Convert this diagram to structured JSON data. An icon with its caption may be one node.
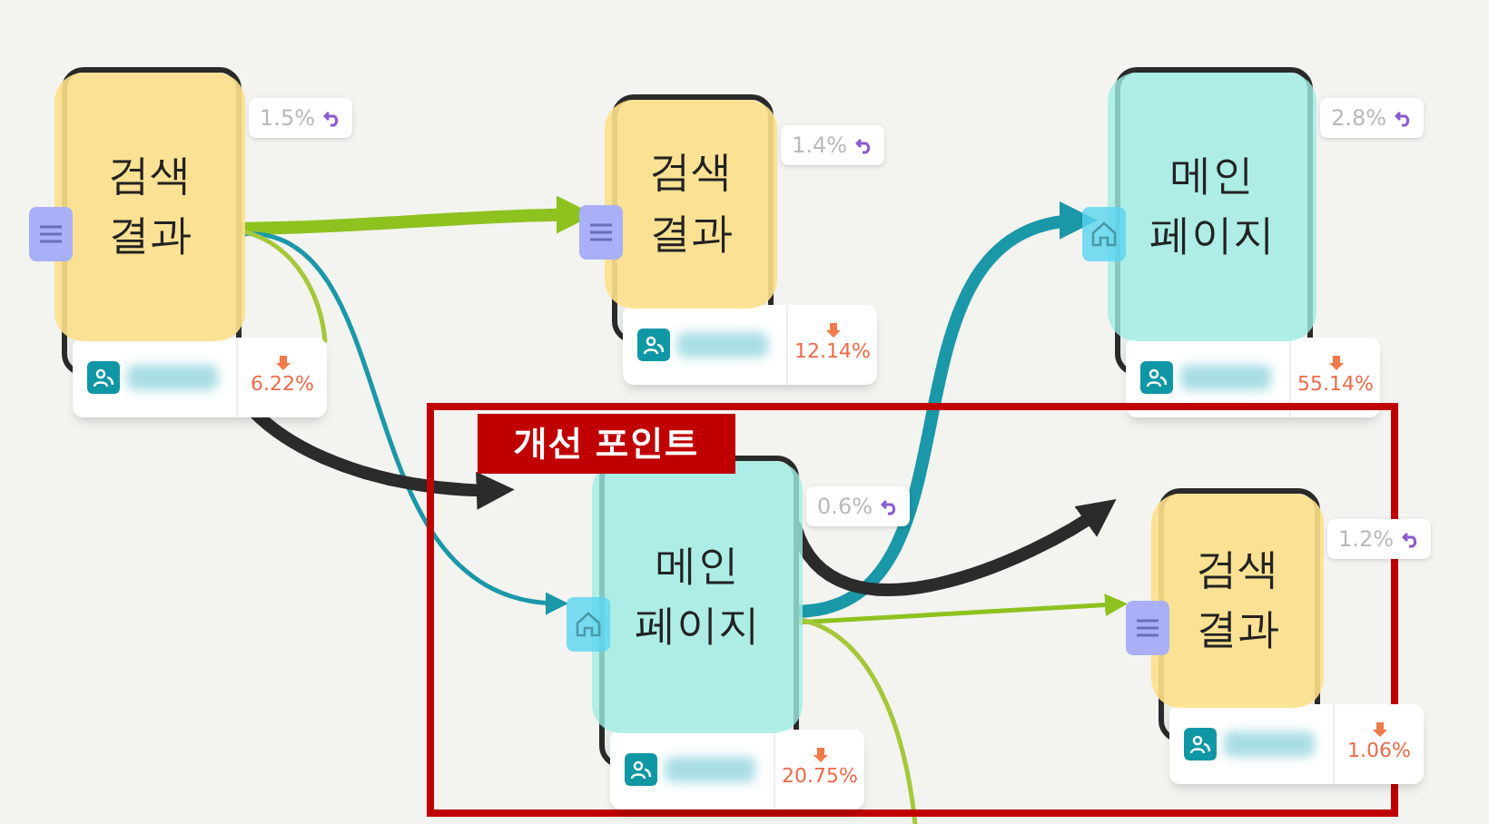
{
  "diagram": {
    "nodes": [
      {
        "text": [
          "검색 결과"
        ],
        "beside": [
          "1.5%",
          "6.22%"
        ]
      },
      {
        "text": [
          "검색 결과"
        ],
        "beside": [
          "1.4%",
          "12.14%"
        ]
      },
      {
        "text": [
          "메인 페이지"
        ],
        "beside": [
          "2.8%",
          "55.14%"
        ]
      },
      {
        "text": [
          "개선 포인트"
        ]
      },
      {
        "text": [
          "메인 페이지"
        ],
        "in": 3,
        "beside": [
          "0.6%",
          "20.75%"
        ]
      },
      {
        "text": [
          "검색 결과"
        ],
        "in": 3,
        "beside": [
          "1.2%",
          "1.06%"
        ]
      }
    ],
    "edges": [
      {
        "from": 0,
        "to": 1,
        "arrow": "to",
        "style": "thick",
        "color": "#8dc21f"
      },
      {
        "from": 0,
        "to": 4,
        "arrow": "to",
        "color": "#1a98a8"
      },
      {
        "from": 0,
        "to": null,
        "arrow": "none",
        "color": "#a5c83a"
      },
      {
        "from": 4,
        "to": 2,
        "arrow": "to",
        "style": "thick",
        "color": "#1a98a8"
      },
      {
        "from": 4,
        "to": 5,
        "arrow": "to",
        "color": "#8dc21f"
      },
      {
        "from": 4,
        "to": null,
        "arrow": "none",
        "color": "#a5c83a"
      },
      {
        "from": 0,
        "to": 3,
        "arrow": "to",
        "style": "thick",
        "color": "#2b2b2b"
      },
      {
        "from": 4,
        "to": 5,
        "arrow": "to",
        "style": "thick",
        "color": "#2b2b2b"
      }
    ]
  }
}
